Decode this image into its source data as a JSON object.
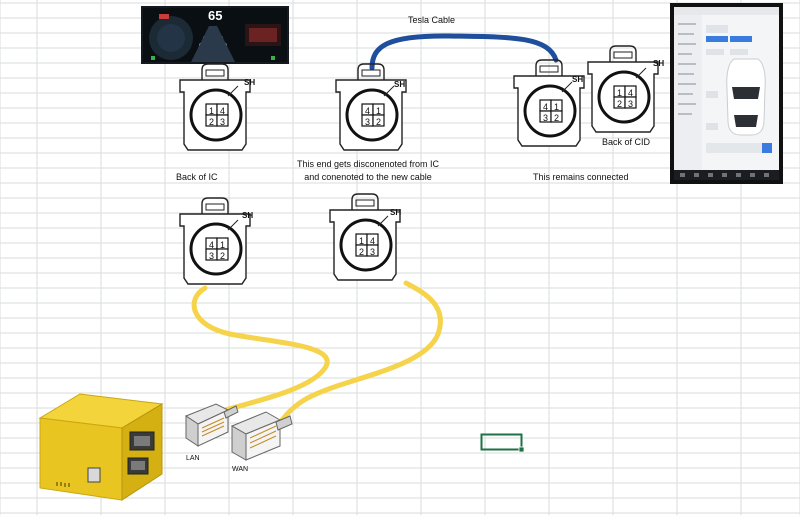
{
  "labels": {
    "tesla_cable": "Tesla Cable",
    "back_of_ic": "Back of IC",
    "back_of_cid": "Back of CID",
    "disconnect_note_line1": "This end gets disconenoted from IC",
    "disconnect_note_line2": "and conenoted to the new cable",
    "remains_connected": "This remains connected",
    "lan": "LAN",
    "wan": "WAN"
  },
  "connector_shield_label": "SH",
  "ic_screen": {
    "speed": "65"
  },
  "colors": {
    "tesla_cable": "#1f4e9c",
    "ethernet_cable": "#f5d34a",
    "router_body": "#e9c522",
    "selected_cell_border": "#1e7145"
  },
  "connectors": [
    {
      "id": "top-ic-back",
      "pins": [
        "1",
        "4",
        "2",
        "3"
      ]
    },
    {
      "id": "top-ic-cable-end",
      "pins": [
        "4",
        "1",
        "3",
        "2"
      ]
    },
    {
      "id": "top-cid-cable-end",
      "pins": [
        "4",
        "1",
        "3",
        "2"
      ]
    },
    {
      "id": "top-cid-back",
      "pins": [
        "1",
        "4",
        "2",
        "3"
      ]
    },
    {
      "id": "bottom-left",
      "pins": [
        "4",
        "1",
        "3",
        "2"
      ]
    },
    {
      "id": "bottom-right",
      "pins": [
        "1",
        "4",
        "2",
        "3"
      ]
    }
  ]
}
